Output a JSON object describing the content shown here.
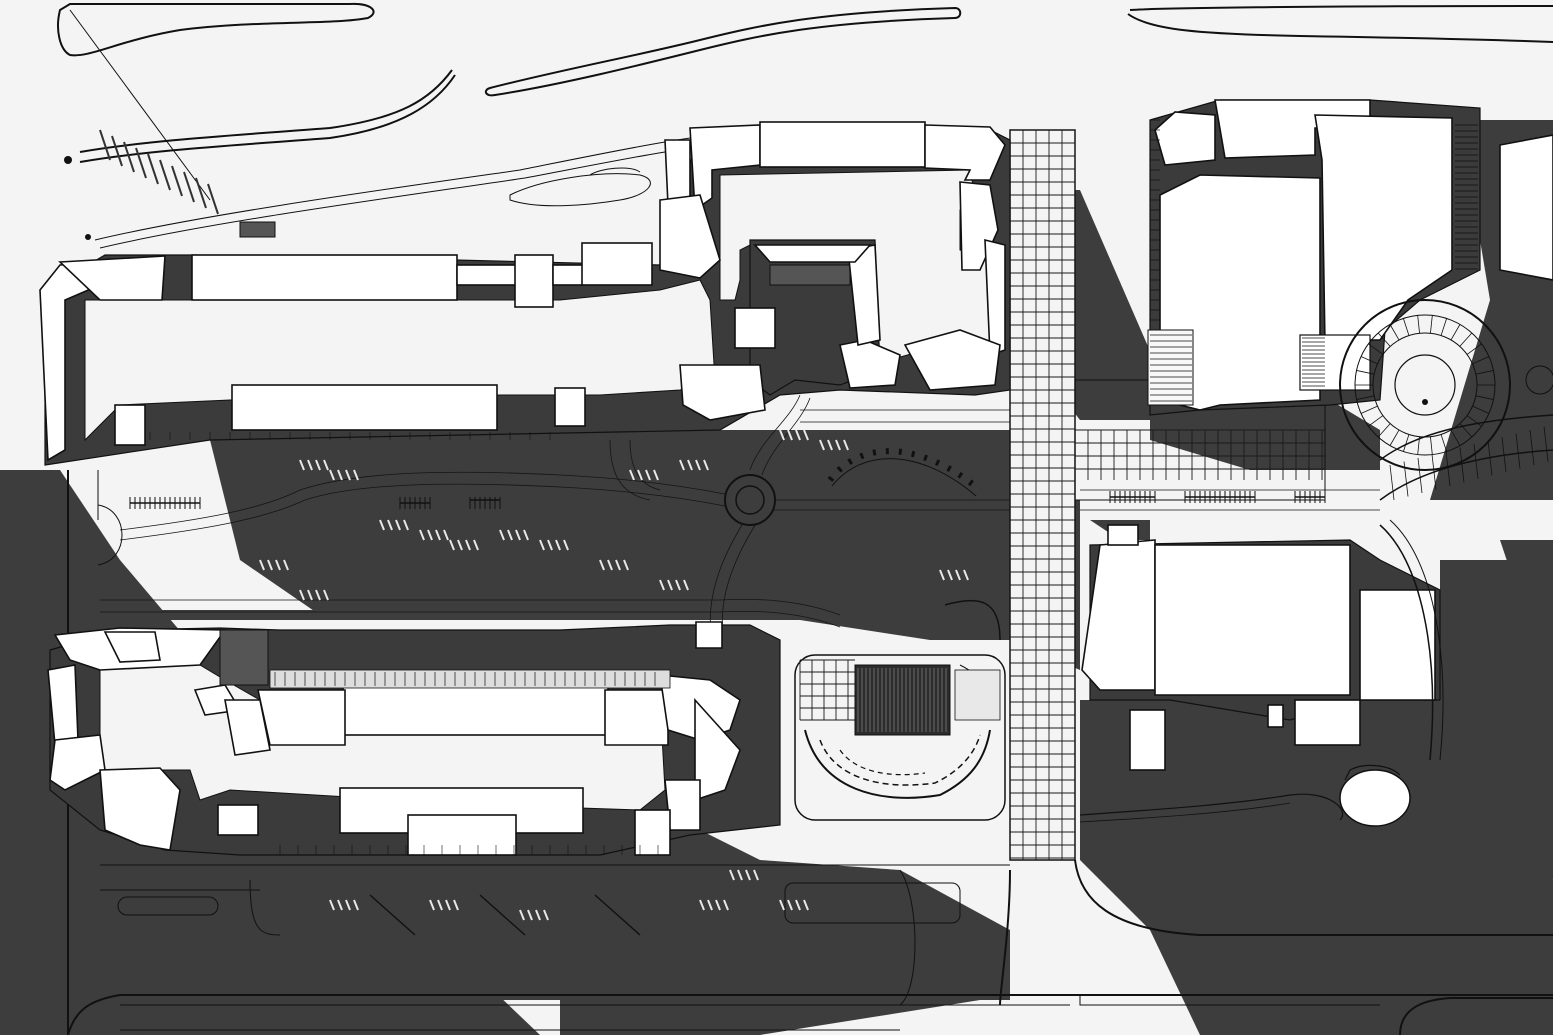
{
  "view": {
    "type": "site-plan-axonometric-shadow",
    "background_color": "#f4f4f4",
    "shadow_color": "#3d3d3d",
    "roof_color": "#ffffff",
    "line_color": "#111111"
  },
  "elements": {
    "north_block": "north-building-block",
    "south_block": "south-building-block",
    "east_tower": "east-tower-complex",
    "east_hall": "east-hall-building",
    "plaza": "central-plaza",
    "grid_street": "paved-grid-street",
    "roundabout": "circular-node",
    "amphitheater": "stepped-amphitheater",
    "spiral": "spiral-ramp",
    "cylinder": "cylindrical-kiosk"
  }
}
